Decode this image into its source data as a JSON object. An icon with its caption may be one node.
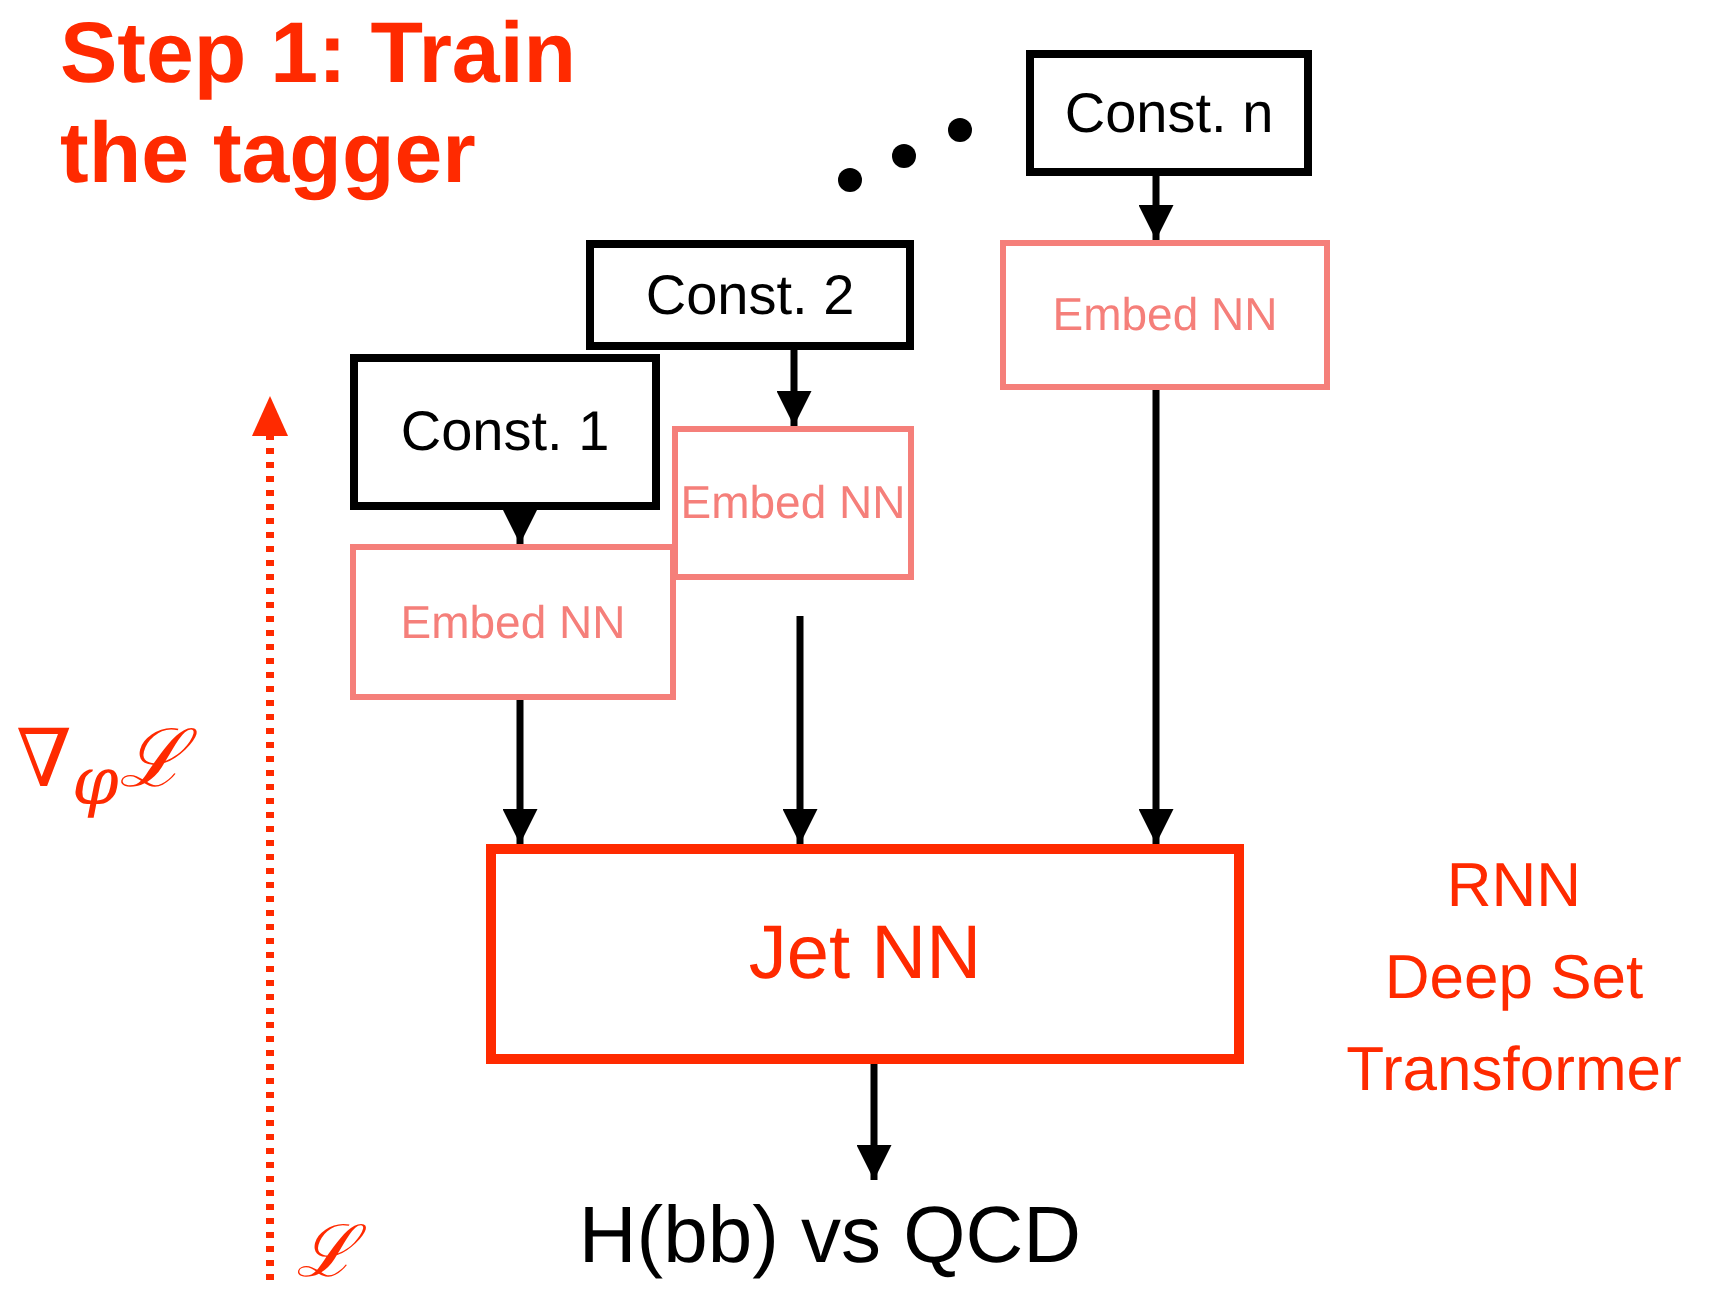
{
  "diagram": {
    "title": "Step 1: Train the tagger",
    "nodes": [
      {
        "text": [
          "Const. n"
        ]
      },
      {
        "text": [
          "Embed NN"
        ]
      },
      {
        "text": [
          "Const. 2"
        ]
      },
      {
        "text": [
          "Embed NN"
        ]
      },
      {
        "text": [
          "Const. 1"
        ]
      },
      {
        "text": [
          "Embed NN"
        ]
      },
      {
        "text": [
          "Jet NN"
        ],
        "beside": [
          "RNN",
          "Deep Set",
          "Transformer"
        ]
      },
      {
        "text": [
          "H(bb) vs QCD"
        ]
      }
    ],
    "edges": [
      {
        "from": 0,
        "to": 1,
        "arrow": "to"
      },
      {
        "from": 2,
        "to": 3,
        "arrow": "to"
      },
      {
        "from": 4,
        "to": 5,
        "arrow": "to"
      },
      {
        "from": 5,
        "to": 6,
        "arrow": "to"
      },
      {
        "from": 3,
        "to": 6,
        "arrow": "to"
      },
      {
        "from": 1,
        "to": 6,
        "arrow": "to"
      },
      {
        "from": 6,
        "to": 7,
        "arrow": "to"
      }
    ],
    "labels": [
      "∇$_{φ}$ℒ",
      "ℒ"
    ]
  }
}
